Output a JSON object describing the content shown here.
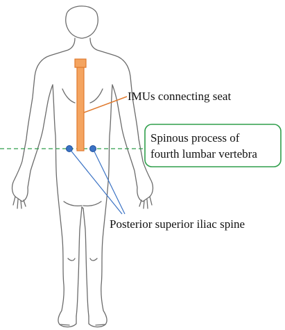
{
  "labels": {
    "imu_seat": "IMUs connecting seat",
    "spinous_line1": "Spinous process of",
    "spinous_line2": "fourth lumbar vertebra",
    "psis": "Posterior superior iliac spine"
  },
  "colors": {
    "body_outline": "#6b6b6b",
    "seat_fill": "#f4a460",
    "seat_stroke": "#e07a2e",
    "leader_orange": "#e07a2e",
    "dashed_line": "#2e9e4a",
    "callout_border": "#2e9e4a",
    "landmark_fill": "#3a72c4",
    "landmark_stroke": "#1e4f9a",
    "leader_blue": "#3a72c4"
  }
}
